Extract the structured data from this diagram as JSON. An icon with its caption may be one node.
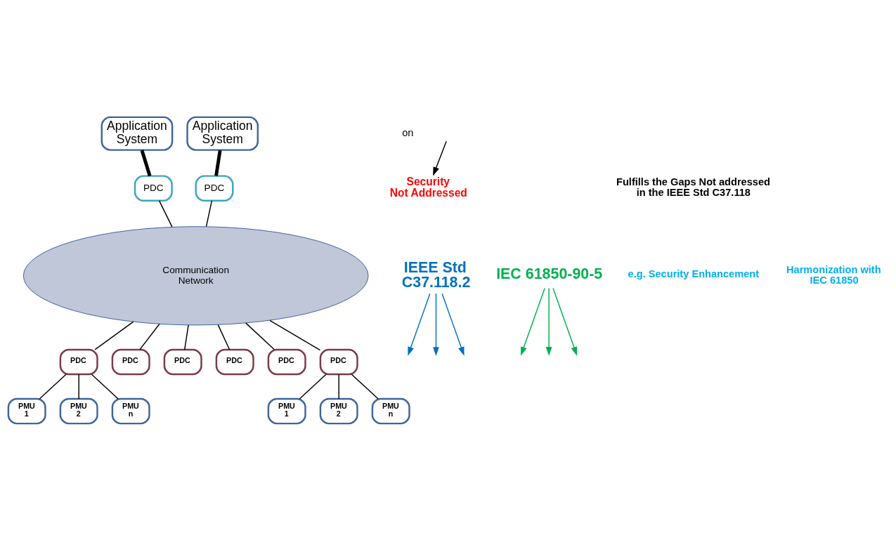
{
  "diagram": {
    "nodes": [
      {
        "text": [
          "Application System"
        ]
      },
      {
        "text": [
          "Application System"
        ]
      },
      {
        "text": [
          "PDC"
        ]
      },
      {
        "text": [
          "PDC"
        ]
      },
      {
        "text": [
          "Communication Network"
        ]
      },
      {
        "text": [
          "PDC"
        ]
      },
      {
        "text": [
          "PDC"
        ]
      },
      {
        "text": [
          "PDC"
        ]
      },
      {
        "text": [
          "PDC"
        ]
      },
      {
        "text": [
          "PDC"
        ]
      },
      {
        "text": [
          "PDC"
        ]
      },
      {
        "text": [
          "PMU 1"
        ]
      },
      {
        "text": [
          "PMU 2"
        ]
      },
      {
        "text": [
          "PMU n"
        ]
      },
      {
        "text": [
          "PMU 1"
        ]
      },
      {
        "text": [
          "PMU 2"
        ]
      },
      {
        "text": [
          "PMU n"
        ]
      },
      {
        "text": [
          "Security Not Addressed"
        ]
      },
      {
        "text": [
          "IEEE Std C37.118.2"
        ]
      },
      {
        "text": [
          "IEC 61850-90-5"
        ]
      }
    ],
    "edges": [
      {
        "from": 0,
        "to": 2,
        "arrow": "none",
        "style": "thick"
      },
      {
        "from": 1,
        "to": 3,
        "arrow": "none",
        "style": "thick"
      },
      {
        "from": 2,
        "to": 4,
        "arrow": "none"
      },
      {
        "from": 3,
        "to": 4,
        "arrow": "none"
      },
      {
        "from": 4,
        "to": 5,
        "arrow": "none"
      },
      {
        "from": 4,
        "to": 6,
        "arrow": "none"
      },
      {
        "from": 4,
        "to": 7,
        "arrow": "none"
      },
      {
        "from": 4,
        "to": 8,
        "arrow": "none"
      },
      {
        "from": 4,
        "to": 9,
        "arrow": "none"
      },
      {
        "from": 4,
        "to": 10,
        "arrow": "none"
      },
      {
        "from": 5,
        "to": 11,
        "arrow": "none"
      },
      {
        "from": 5,
        "to": 12,
        "arrow": "none"
      },
      {
        "from": 5,
        "to": 13,
        "arrow": "none"
      },
      {
        "from": 10,
        "to": 14,
        "arrow": "none"
      },
      {
        "from": 10,
        "to": 15,
        "arrow": "none"
      },
      {
        "from": 10,
        "to": 16,
        "arrow": "none"
      },
      {
        "from": null,
        "to": 17,
        "arrow": "to"
      },
      {
        "from": 18,
        "to": null,
        "arrow": "to",
        "color": "#0070c0"
      },
      {
        "from": 18,
        "to": null,
        "arrow": "to",
        "color": "#0070c0"
      },
      {
        "from": 18,
        "to": null,
        "arrow": "to",
        "color": "#0070c0"
      },
      {
        "from": 19,
        "to": null,
        "arrow": "to",
        "color": "#00b050"
      },
      {
        "from": 19,
        "to": null,
        "arrow": "to",
        "color": "#00b050"
      },
      {
        "from": 19,
        "to": null,
        "arrow": "to",
        "color": "#00b050"
      }
    ],
    "labels": [
      "on",
      "Fulfills the Gaps Not addressed in the IEEE Std C37.118",
      "e.g. Security Enhancement",
      "Harmonization with IEC 61850"
    ]
  }
}
